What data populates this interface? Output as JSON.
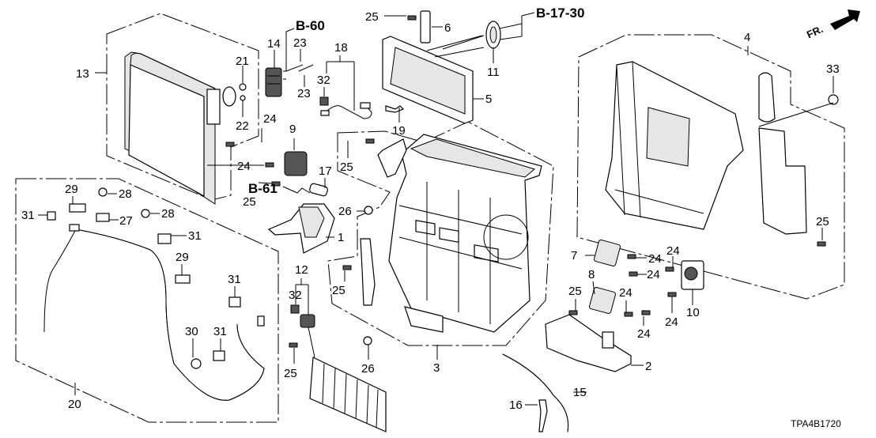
{
  "diagram": {
    "title_code": "TPA4B1720",
    "direction_label": "FR.",
    "references": {
      "b60": "B-60",
      "b61": "B-61",
      "b1730": "B-17-30"
    },
    "callouts": {
      "p1": "1",
      "p2": "2",
      "p3": "3",
      "p4": "4",
      "p5": "5",
      "p6": "6",
      "p7": "7",
      "p8": "8",
      "p9": "9",
      "p10": "10",
      "p11": "11",
      "p12": "12",
      "p13": "13",
      "p14": "14",
      "p15": "15",
      "p16": "16",
      "p17": "17",
      "p18": "18",
      "p19": "19",
      "p20": "20",
      "p21": "21",
      "p22": "22",
      "p23a": "23",
      "p23b": "23",
      "p24a": "24",
      "p24b": "24",
      "p24c": "24",
      "p24d": "24",
      "p24e": "24",
      "p24f": "24",
      "p24g": "24",
      "p24h": "24",
      "p25a": "25",
      "p25b": "25",
      "p25c": "25",
      "p25d": "25",
      "p25e": "25",
      "p25f": "25",
      "p25g": "25",
      "p26a": "26",
      "p26b": "26",
      "p27": "27",
      "p28a": "28",
      "p28b": "28",
      "p29a": "29",
      "p29b": "29",
      "p30": "30",
      "p31a": "31",
      "p31b": "31",
      "p31c": "31",
      "p31d": "31",
      "p32a": "32",
      "p32b": "32",
      "p33": "33"
    }
  }
}
